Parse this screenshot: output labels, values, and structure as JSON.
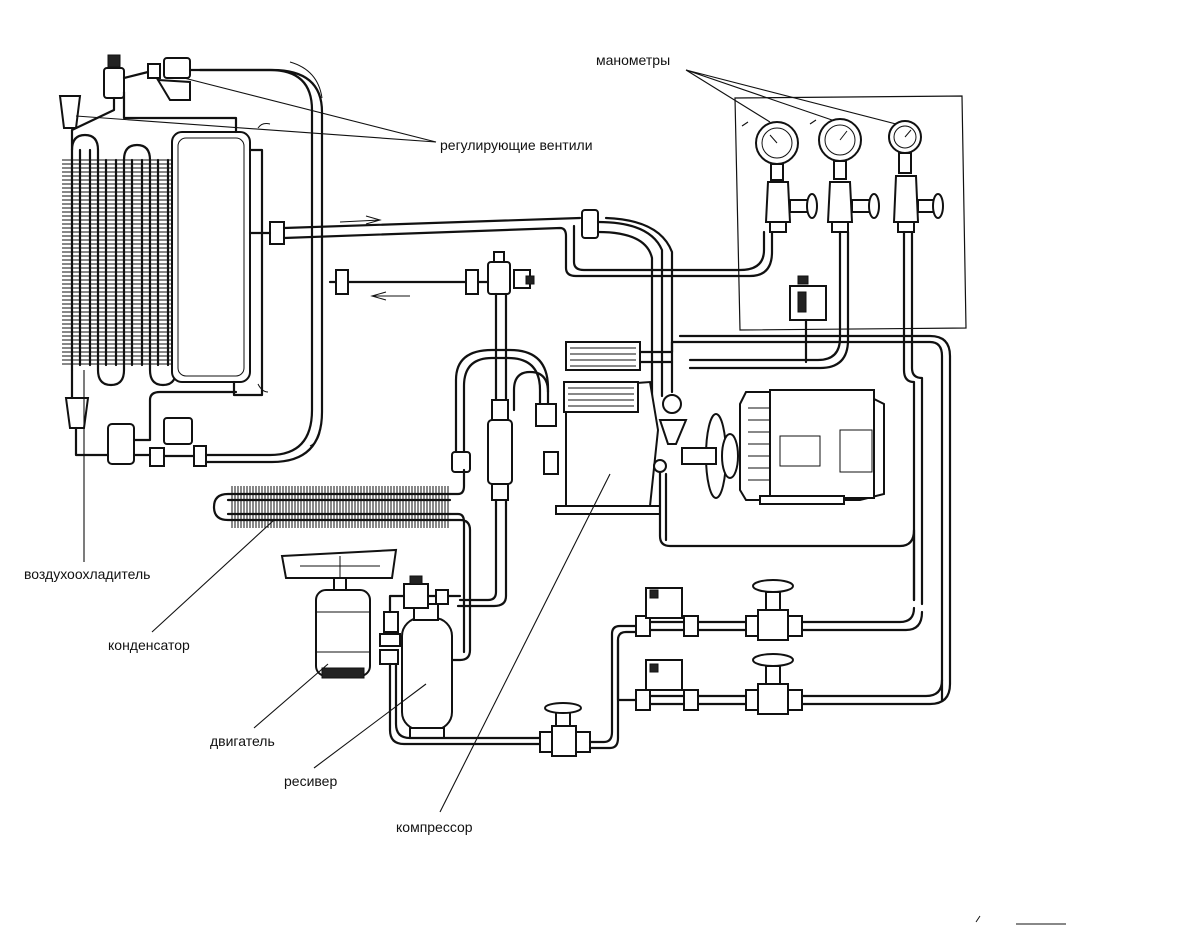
{
  "labels": {
    "manometers": "манометры",
    "regulating_valves": "регулирующие вентили",
    "air_cooler": "воздухоохладитель",
    "condenser": "конденсатор",
    "motor": "двигатель",
    "receiver": "ресивер",
    "compressor": "компрессор"
  }
}
